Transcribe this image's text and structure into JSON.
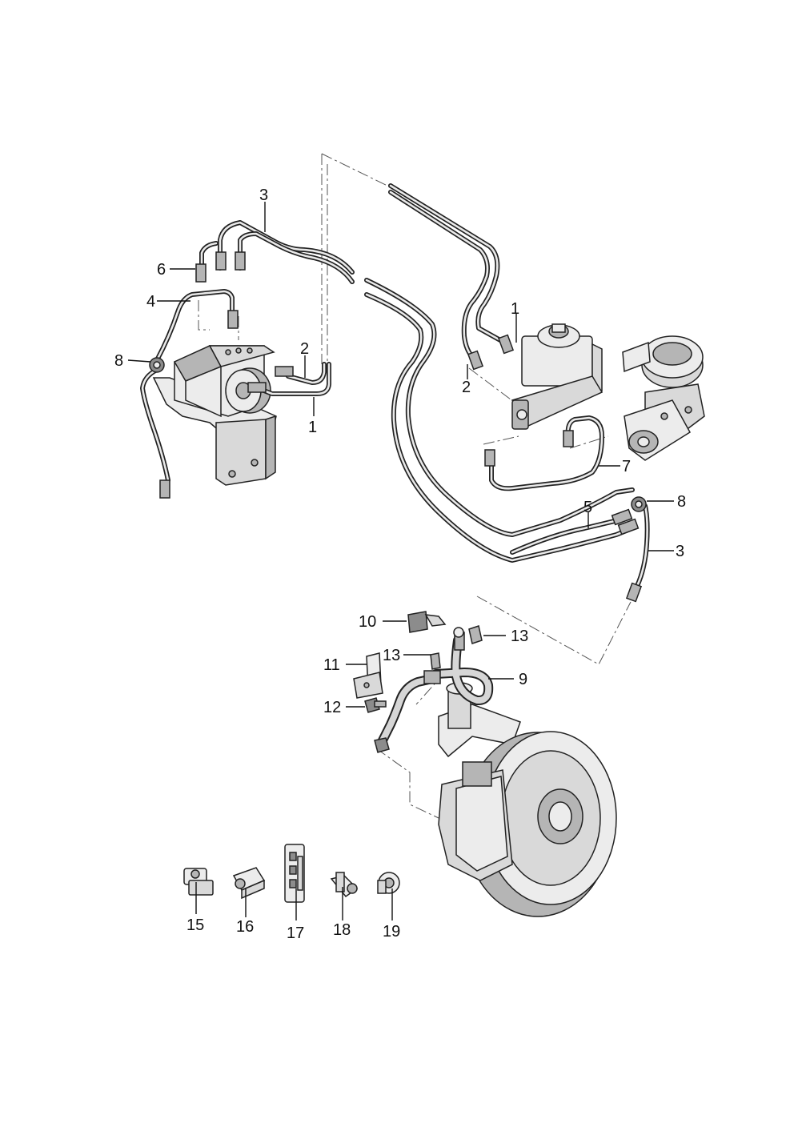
{
  "labels": {
    "l1a": "1",
    "l1b": "1",
    "l2a": "2",
    "l2b": "2",
    "l3a": "3",
    "l3b": "3",
    "l4": "4",
    "l5": "5",
    "l6": "6",
    "l7": "7",
    "l8a": "8",
    "l8b": "8",
    "l9": "9",
    "l10": "10",
    "l11": "11",
    "l12": "12",
    "l13a": "13",
    "l13b": "13",
    "l15": "15",
    "l16": "16",
    "l17": "17",
    "l18": "18",
    "l19": "19"
  }
}
